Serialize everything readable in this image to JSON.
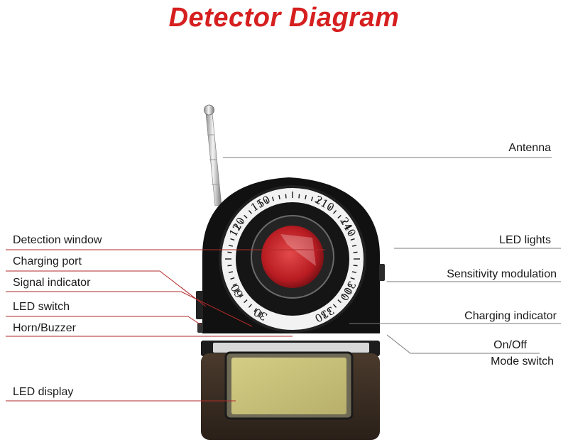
{
  "title": "Detector Diagram",
  "colors": {
    "title": "#d61f1f",
    "leader_left": "#b02a2a",
    "leader_right": "#7a7a7a",
    "body": "#111111",
    "dial_face": "#f2f2f2",
    "lens": "#c8232b",
    "screen": "#c9c27a"
  },
  "dial_marks": [
    "30",
    "60",
    "120",
    "150",
    "210",
    "240",
    "300",
    "330"
  ],
  "labels_left": [
    "Detection window",
    "Charging port",
    "Signal indicator",
    "LED switch",
    "Horn/Buzzer",
    "LED display"
  ],
  "labels_right": [
    "Antenna",
    "LED lights",
    "Sensitivity modulation",
    "Charging indicator",
    "On/Off",
    "Mode switch"
  ],
  "icons": [
    "antenna-icon",
    "lens-icon",
    "dial-icon",
    "lcd-screen-icon"
  ]
}
